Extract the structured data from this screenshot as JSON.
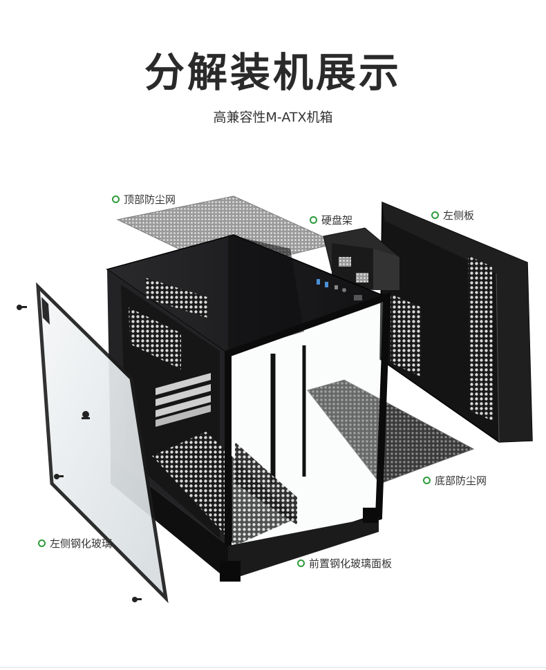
{
  "header": {
    "title": "分解装机展示",
    "subtitle": "高兼容性M-ATX机箱"
  },
  "labels": {
    "top_dust_filter": "顶部防尘网",
    "hdd_cage": "硬盘架",
    "left_side_panel": "左侧板",
    "bottom_dust_filter": "底部防尘网",
    "left_tempered_glass": "左侧钢化玻璃",
    "front_tempered_glass": "前置钢化玻璃面板"
  },
  "colors": {
    "accent": "#2e9b3a",
    "case_body": "#1c1c1e",
    "glass": "#eef1f3"
  }
}
